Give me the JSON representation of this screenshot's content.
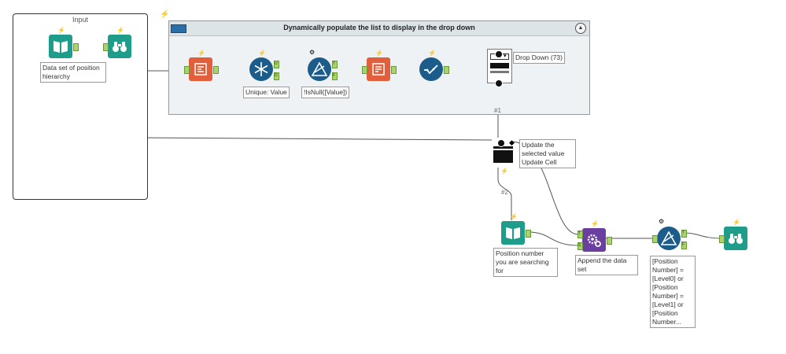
{
  "canvas": {
    "input_container_title": "Input",
    "main_container_title": "Dynamically populate the list to display in the drop down",
    "collapse_glyph": "▲"
  },
  "tools": {
    "input_data_label": "Data set of position hierarchy",
    "unique_label": "Unique: Value",
    "filter_label": "!IsNull([Value])",
    "dropdown_label": "Drop Down (73)",
    "action_label": "Update the selected value Update Cell",
    "text_input_label": "Position number you are searching for",
    "append_label": "Append the data set",
    "filter2_label": "[Position Number] = [Level0] or [Position Number] = [Level1] or [Position Number...",
    "connection_1": "#1",
    "connection_2": "#2"
  },
  "anchor_tags": {
    "true": "T",
    "false": "F",
    "unique": "U",
    "duplicate": "D",
    "source": "S"
  },
  "colors": {
    "teal": "#1f9d8b",
    "orange": "#e15f3b",
    "blue": "#1b5c8b",
    "purple": "#6b3fa0",
    "anchor_green": "#a9d46b"
  }
}
